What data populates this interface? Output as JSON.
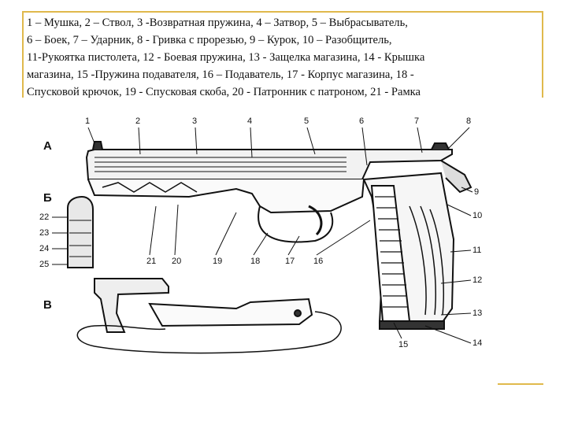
{
  "caption": {
    "lines": [
      "1 – Мушка, 2 – Ствол, 3 -Возвратная пружина, 4 – Затвор, 5 – Выбрасыватель,",
      "6 – Боек, 7 – Ударник, 8 - Гривка с прорезью, 9 – Курок, 10 – Разобщитель,",
      "11-Рукоятка пистолета, 12 - Боевая пружина, 13 - Защелка магазина, 14 - Крышка",
      "магазина, 15 -Пружина подавателя, 16 – Подаватель, 17 - Корпус магазина, 18 -",
      "Спусковой крючок, 19 - Спусковая скоба, 20 - Патронник с патроном, 21 - Рамка"
    ]
  },
  "figure": {
    "section_labels": {
      "a": "А",
      "b": "Б",
      "v": "В"
    },
    "callouts_top": [
      "1",
      "2",
      "3",
      "4",
      "5",
      "6",
      "7",
      "8"
    ],
    "callouts_right": [
      "9",
      "10",
      "11",
      "12",
      "13",
      "14"
    ],
    "callouts_bottom": [
      "21",
      "20",
      "19",
      "18",
      "17",
      "16",
      "15"
    ],
    "callouts_cartridge": [
      "22",
      "23",
      "24",
      "25"
    ]
  },
  "colors": {
    "frame": "#e0b94c",
    "ink": "#111111"
  }
}
